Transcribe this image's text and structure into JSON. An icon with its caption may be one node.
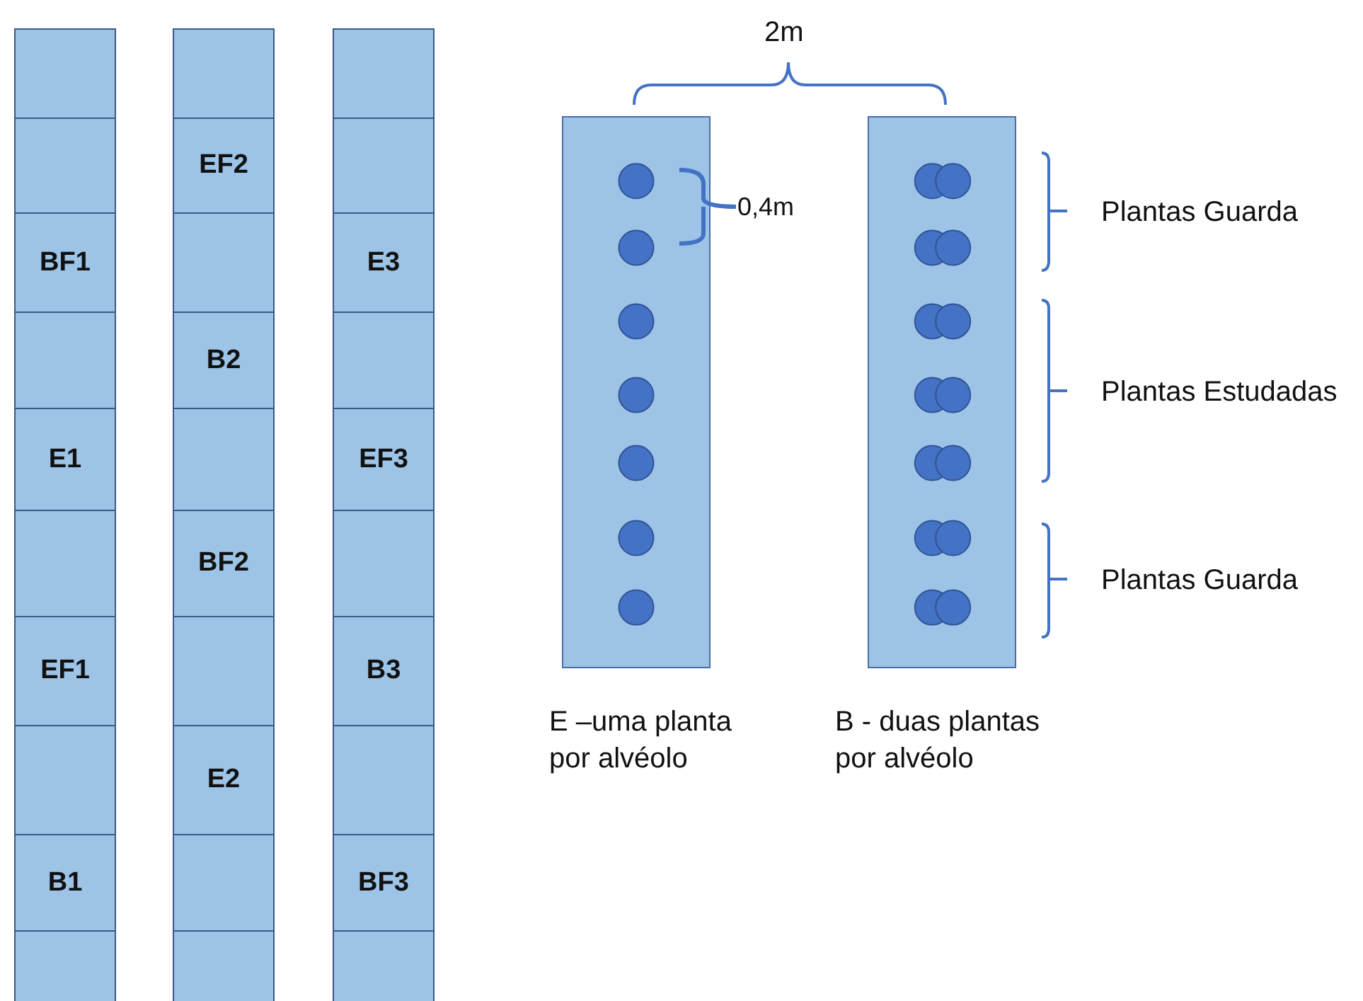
{
  "diagram": {
    "nodes": [
      {
        "text": [],
        "shape": "box"
      },
      {
        "text": [],
        "shape": "box"
      },
      {
        "text": [
          "BF1"
        ]
      },
      {
        "text": [],
        "shape": "box"
      },
      {
        "text": [
          "E1"
        ]
      },
      {
        "text": [],
        "shape": "box"
      },
      {
        "text": [
          "EF1"
        ]
      },
      {
        "text": [],
        "shape": "box"
      },
      {
        "text": [
          "B1"
        ]
      },
      {
        "text": [],
        "shape": "box"
      },
      {
        "text": [],
        "shape": "box"
      },
      {
        "text": [
          "EF2"
        ]
      },
      {
        "text": [],
        "shape": "box"
      },
      {
        "text": [
          "B2"
        ]
      },
      {
        "text": [],
        "shape": "box"
      },
      {
        "text": [
          "BF2"
        ]
      },
      {
        "text": [],
        "shape": "box"
      },
      {
        "text": [
          "E2"
        ]
      },
      {
        "text": [],
        "shape": "box"
      },
      {
        "text": [],
        "shape": "box"
      },
      {
        "text": [],
        "shape": "box"
      },
      {
        "text": [],
        "shape": "box"
      },
      {
        "text": [
          "E3"
        ]
      },
      {
        "text": [],
        "shape": "box"
      },
      {
        "text": [
          "EF3"
        ]
      },
      {
        "text": [],
        "shape": "box"
      },
      {
        "text": [
          "B3"
        ]
      },
      {
        "text": [],
        "shape": "box"
      },
      {
        "text": [
          "BF3"
        ]
      },
      {
        "text": [],
        "shape": "box"
      },
      {
        "text": [],
        "shape": "box",
        "beside": [
          "E –uma planta por alvéolo"
        ]
      },
      {
        "text": [],
        "shape": "box",
        "beside": [
          "B - duas plantas por alvéolo"
        ]
      }
    ],
    "labels": [
      "2m",
      "0,4m",
      "Plantas Guarda",
      "Plantas Estudadas",
      "Plantas Guarda"
    ]
  }
}
